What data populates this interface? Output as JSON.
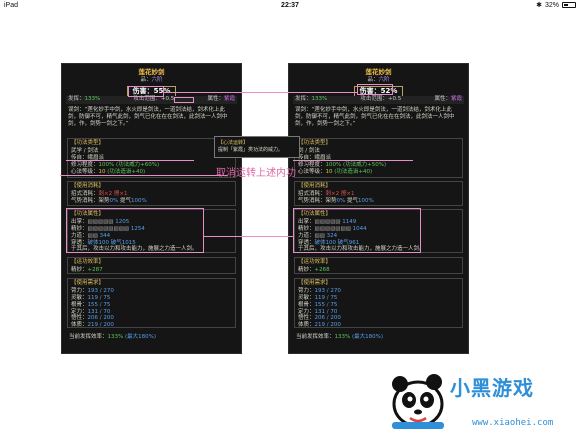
{
  "status_bar": {
    "device": "iPad",
    "time": "22:37",
    "battery": "32%"
  },
  "left": {
    "title": "莲花妙剑",
    "grade_label": "品：",
    "grade_value": "六阶",
    "damage_label": "伤害：",
    "damage_value": "55%",
    "stats": {
      "speed_label": "发挥：",
      "speed_value": "133%",
      "range_label": "攻击范围：",
      "range_value": "+0.5",
      "attr_label": "属性：",
      "attr_value": "紫霞"
    },
    "desc": "误剑：“莲化妙手中剑，水火即是剑法，一道剑法结，剑术化上此剑，防御不可，精气此剑，剑气已化在在在剑法，此剑法一人剑中剑，作，剑势一剑之下。”",
    "type_box": {
      "title": "【功法类型】",
      "r1": "武学 / 剑法",
      "r2": "传自：峨眉派",
      "r3a": "修习程度：",
      "r3b": "100%",
      "r3c": "(功法威力+60%)",
      "r4a": "心法等级：",
      "r4b": "10",
      "r4c": "(功法造诣+40)"
    },
    "cost_box": {
      "title": "【使用消耗】",
      "r1a": "招式消耗：",
      "r1b": "刺×2",
      "r1c": "撩×1",
      "r2a": "气势消耗：",
      "r2b": "架势",
      "r2c": "0%",
      "r2d": "提气",
      "r2e": "100%"
    },
    "attr_box": {
      "title": "【功法属性】",
      "r1a": "出掌：",
      "r1b": "1205",
      "r2a": "精妙：",
      "r2b": "1254",
      "r3a": "力道：",
      "r3b": "344",
      "r4a": "穿透：",
      "r4b": "破体100",
      "r4c": "破气1015",
      "r5": "于其后，攻击以力和攻击能力，施展之力造一人剑。"
    },
    "eff_box": {
      "title": "【运功效率】",
      "r1a": "精妙：",
      "r1b": "+287"
    },
    "req_box": {
      "title": "【使用需求】",
      "rows": [
        [
          "膂力：",
          "193 / 270"
        ],
        [
          "灵敏：",
          "119 / 75"
        ],
        [
          "根骨：",
          "155 / 75"
        ],
        [
          "定力：",
          "131 / 70"
        ],
        [
          "悟性：",
          "206 / 200"
        ],
        [
          "体质：",
          "219 / 200"
        ]
      ]
    },
    "footer_a": "当前发挥效率：",
    "footer_b": "133%",
    "footer_c": "(最大180%)"
  },
  "right": {
    "title": "莲花妙剑",
    "grade_label": "品：",
    "grade_value": "六阶",
    "damage_label": "伤害：",
    "damage_value": "52%",
    "stats": {
      "speed_label": "发挥：",
      "speed_value": "133%",
      "range_label": "攻击范围：",
      "range_value": "+0.5",
      "attr_label": "属性：",
      "attr_value": "紫霞"
    },
    "desc": "误剑：“莲化妙手中剑，水火即是剑法，一道剑法结，剑术化上此剑，防御不可，精气此剑，剑气已化在在在剑法，此剑法一人剑中剑，作，剑势一剑之下。”",
    "type_box": {
      "title": "【功法类型】",
      "r1": "剑 / 剑法",
      "r2": "传自：峨眉派",
      "r3a": "修习程度：",
      "r3b": "100%",
      "r3c": "(功法威力+50%)",
      "r4a": "心法等级：",
      "r4b": "10",
      "r4c": "(功法造诣+40)"
    },
    "cost_box": {
      "title": "【使用消耗】",
      "r1a": "招式消耗：",
      "r1b": "刺×2",
      "r1c": "撩×1",
      "r2a": "气势消耗：",
      "r2b": "架势",
      "r2c": "0%",
      "r2d": "提气",
      "r2e": "100%"
    },
    "attr_box": {
      "title": "【功法属性】",
      "r1a": "出掌：",
      "r1b": "1149",
      "r2a": "精妙：",
      "r2b": "1044",
      "r3a": "力道：",
      "r3b": "324",
      "r4a": "穿透：",
      "r4b": "破体100",
      "r4c": "破气961",
      "r5": "于其后，攻击以力和攻击能力，施展之力造一人剑。"
    },
    "eff_box": {
      "title": "【运功效率】",
      "r1a": "精妙：",
      "r1b": "+268"
    },
    "req_box": {
      "title": "【使用需求】",
      "rows": [
        [
          "膂力：",
          "193 / 270"
        ],
        [
          "灵敏：",
          "119 / 75"
        ],
        [
          "根骨：",
          "155 / 75"
        ],
        [
          "定力：",
          "131 / 70"
        ],
        [
          "悟性：",
          "206 / 200"
        ],
        [
          "体质：",
          "219 / 200"
        ]
      ]
    },
    "footer_a": "当前发挥效率：",
    "footer_b": "133%",
    "footer_c": "(最大180%)"
  },
  "tooltip": {
    "title": "【心法运转】",
    "body": "提制「紫霞」类功法的威力。"
  },
  "annotation": "取消运转上述内功",
  "brand": {
    "name": "小黑游戏",
    "url": "www.xiaohei.com"
  }
}
